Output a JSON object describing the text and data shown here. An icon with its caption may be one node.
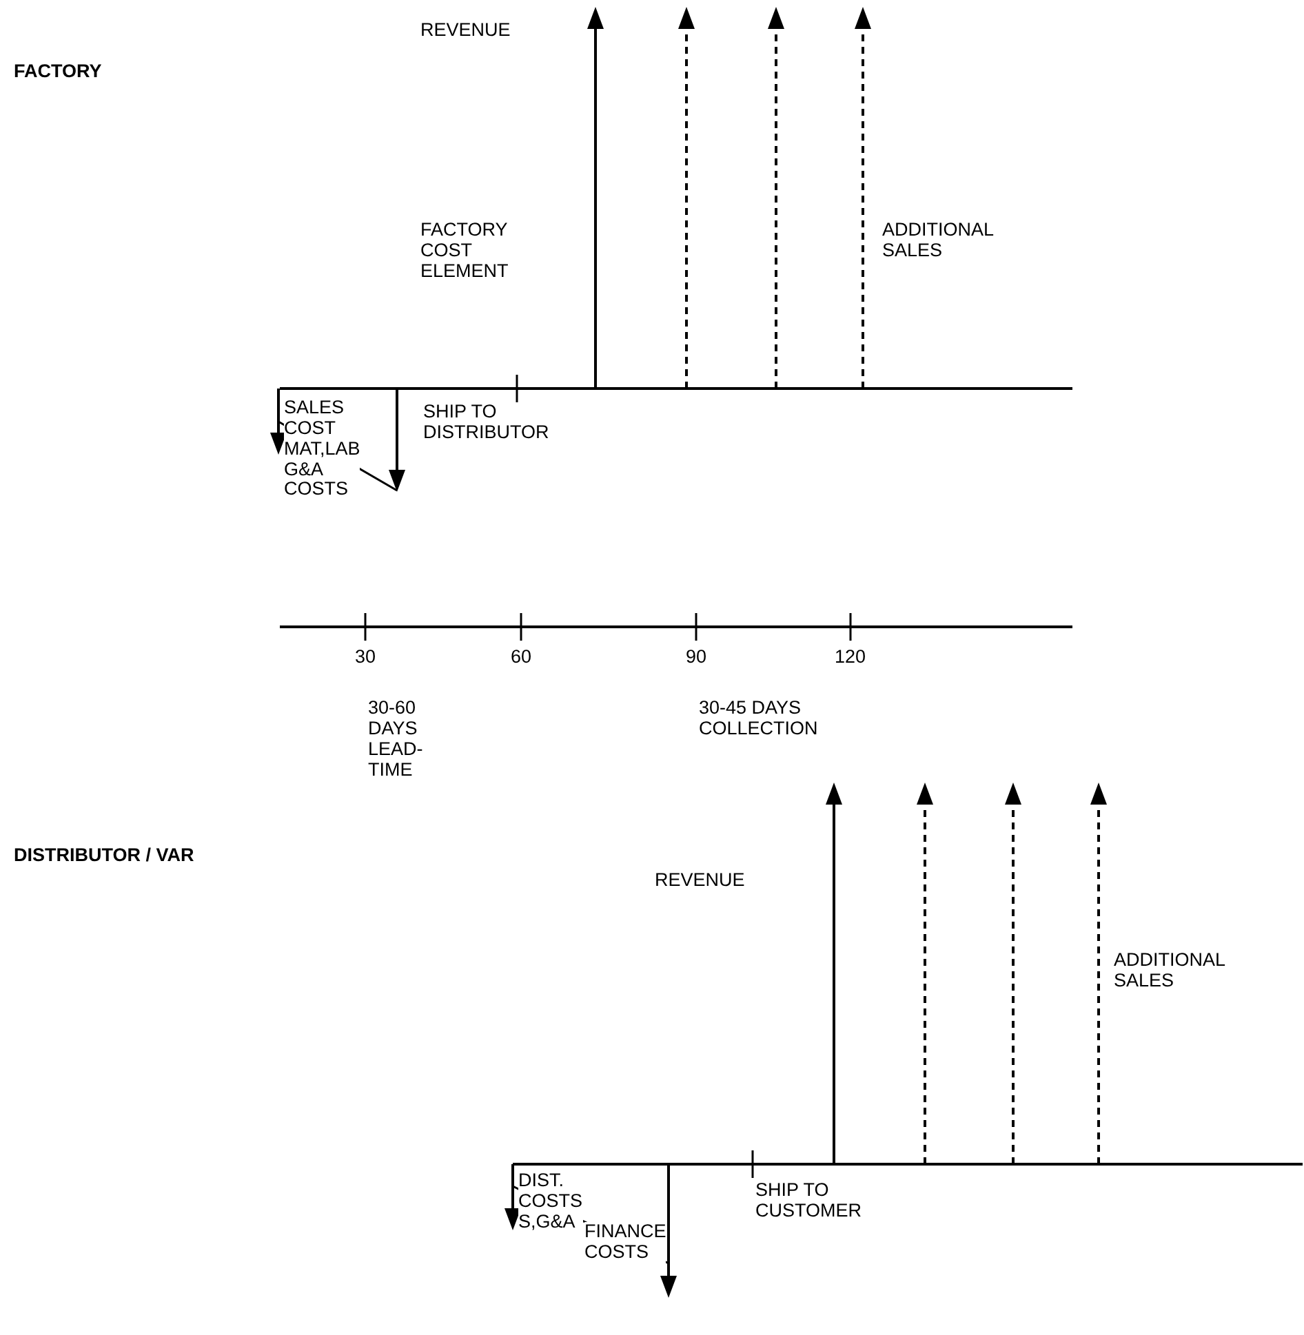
{
  "diagram": {
    "labels": [
      "FACTORY",
      "REVENUE",
      "FACTORY COST ELEMENT",
      "ADDITIONAL SALES",
      "SALES COST MAT,LAB G&A COSTS",
      "SHIP TO DISTRIBUTOR",
      "30",
      "60",
      "90",
      "120",
      "30-60 DAYS LEAD-TIME",
      "30-45 DAYS COLLECTION",
      "DISTRIBUTOR / VAR",
      "REVENUE",
      "ADDITIONAL SALES",
      "DIST. COSTS S,G&A",
      "FINANCE COSTS",
      "SHIP TO CUSTOMER"
    ]
  }
}
